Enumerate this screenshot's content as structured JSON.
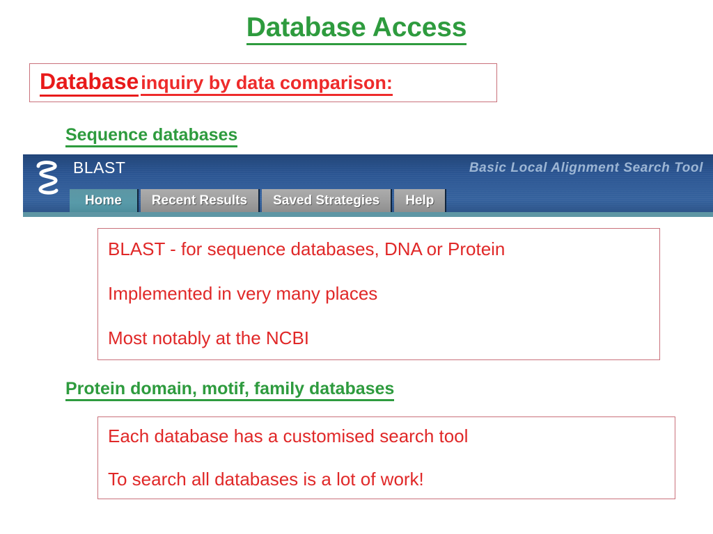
{
  "slide": {
    "title": "Database Access",
    "headline": {
      "strong": "Database",
      "rest": "inquiry by data comparison:"
    },
    "sections": [
      {
        "heading": "Sequence databases",
        "lines": [
          "BLAST - for sequence databases, DNA or Protein",
          "Implemented in very many places",
          "Most notably at the NCBI"
        ]
      },
      {
        "heading": "Protein domain, motif, family databases",
        "lines": [
          "Each database has a customised search tool",
          "To search all databases is a lot of work!"
        ]
      }
    ]
  },
  "blast_banner": {
    "logo_icon": "dna-squiggle-icon",
    "wordmark": "BLAST",
    "tagline": "Basic Local Alignment Search Tool",
    "tabs": [
      {
        "label": "Home",
        "active": true
      },
      {
        "label": "Recent Results",
        "active": false
      },
      {
        "label": "Saved Strategies",
        "active": false
      },
      {
        "label": "Help",
        "active": false
      }
    ]
  },
  "colors": {
    "title_green": "#2E9B3E",
    "headline_red": "#E81A1A",
    "body_red": "#E02828",
    "box_border": "#C9707A",
    "banner_blue": "#2C5693",
    "tab_active_teal": "#589AA9",
    "tab_inactive_gray": "#9E9E9E",
    "tagline_blue": "#9DB6D4",
    "banner_strip_teal": "#5E96A4"
  }
}
